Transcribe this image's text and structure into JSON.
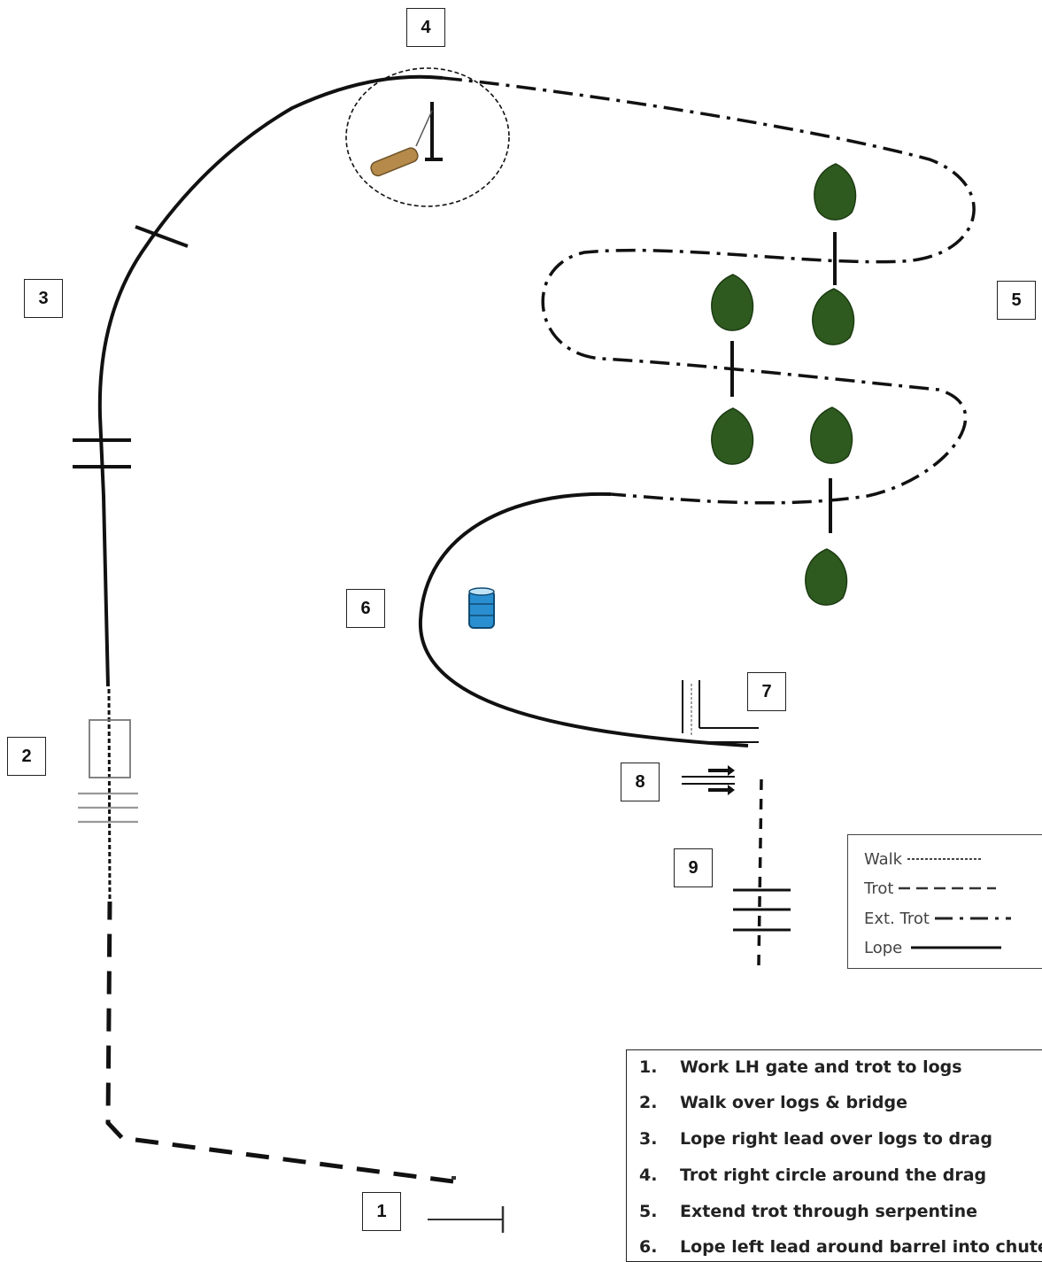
{
  "markers": [
    "1",
    "2",
    "3",
    "4",
    "5",
    "6",
    "7",
    "8",
    "9"
  ],
  "legend": {
    "walk": "Walk",
    "trot": "Trot",
    "ext_trot": "Ext. Trot",
    "lope": "Lope"
  },
  "steps": [
    {
      "num": "1.",
      "text": "Work LH gate and trot to logs"
    },
    {
      "num": "2.",
      "text": "Walk over logs & bridge"
    },
    {
      "num": "3.",
      "text": "Lope right lead over logs to drag"
    },
    {
      "num": "4.",
      "text": "Trot right circle around the drag"
    },
    {
      "num": "5.",
      "text": "Extend trot through serpentine"
    },
    {
      "num": "6.",
      "text": "Lope left lead around barrel into chute"
    }
  ],
  "colors": {
    "path": "#111111",
    "tree": "#2e5a1f",
    "barrel": "#2a8fd0",
    "log": "#b58a4a"
  }
}
